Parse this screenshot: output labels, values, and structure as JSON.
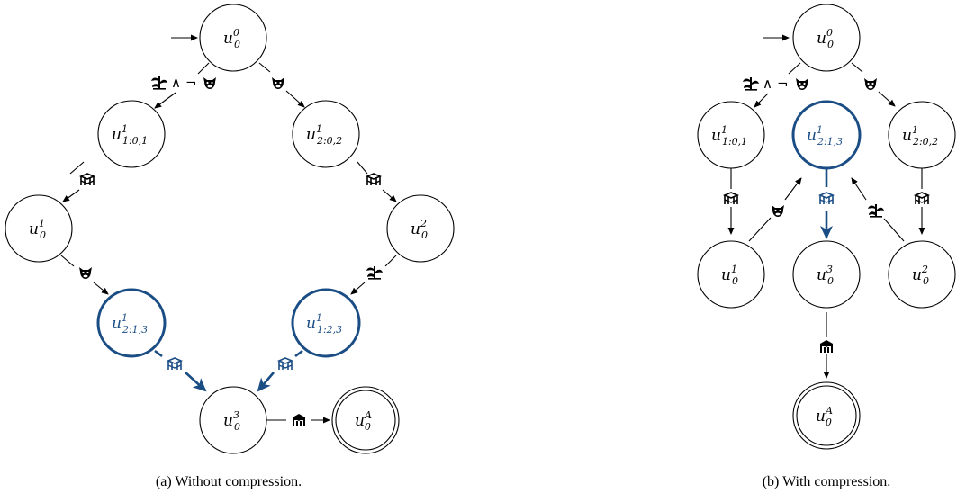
{
  "figure_a": {
    "caption": "(a) Without compression.",
    "nodes": {
      "u0_0": {
        "base": "u",
        "sup": "0",
        "sub": "0"
      },
      "u1_01": {
        "base": "u",
        "sup": "1",
        "sub": "1:0,1"
      },
      "u1_02": {
        "base": "u",
        "sup": "1",
        "sub": "2:0,2"
      },
      "u0_1": {
        "base": "u",
        "sup": "1",
        "sub": "0"
      },
      "u0_2": {
        "base": "u",
        "sup": "2",
        "sub": "0"
      },
      "u213": {
        "base": "u",
        "sup": "1",
        "sub": "2:1,3"
      },
      "u123": {
        "base": "u",
        "sup": "1",
        "sub": "1:2,3"
      },
      "u0_3": {
        "base": "u",
        "sup": "3",
        "sub": "0"
      },
      "u0_A": {
        "base": "u",
        "sup": "A",
        "sub": "0"
      }
    },
    "edge_labels": {
      "and_symbol": "∧",
      "not_symbol": "¬"
    }
  },
  "figure_b": {
    "caption": "(b) With compression.",
    "nodes": {
      "u0_0": {
        "base": "u",
        "sup": "0",
        "sub": "0"
      },
      "u1_01": {
        "base": "u",
        "sup": "1",
        "sub": "1:0,1"
      },
      "u213": {
        "base": "u",
        "sup": "1",
        "sub": "2:1,3"
      },
      "u1_02": {
        "base": "u",
        "sup": "1",
        "sub": "2:0,2"
      },
      "u0_1": {
        "base": "u",
        "sup": "1",
        "sub": "0"
      },
      "u0_3": {
        "base": "u",
        "sup": "3",
        "sub": "0"
      },
      "u0_2": {
        "base": "u",
        "sup": "2",
        "sub": "0"
      },
      "u0_A": {
        "base": "u",
        "sup": "A",
        "sub": "0"
      }
    },
    "edge_labels": {
      "and_symbol": "∧",
      "not_symbol": "¬"
    }
  },
  "colors": {
    "highlight": "#1b4d85",
    "default": "#000000"
  },
  "icons": [
    "plant-icon",
    "cow-icon",
    "table-icon",
    "filled-table-icon"
  ]
}
